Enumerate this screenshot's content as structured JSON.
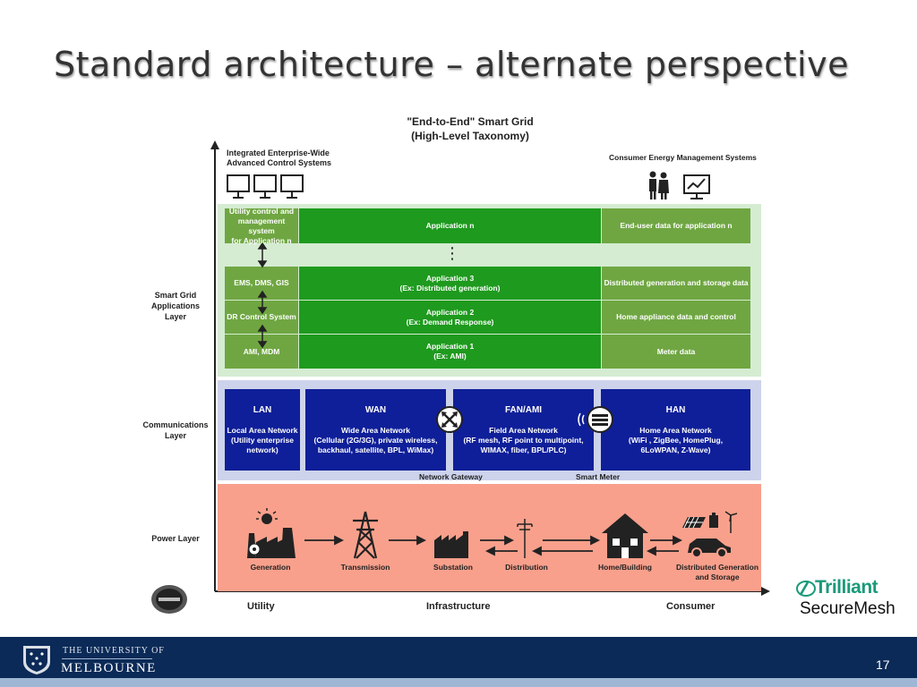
{
  "slide": {
    "title": "Standard architecture – alternate perspective",
    "page_number": "17"
  },
  "diagram": {
    "title_line1": "\"End-to-End\" Smart Grid",
    "title_line2": "(High-Level Taxonomy)",
    "top_left_line1": "Integrated Enterprise-Wide",
    "top_left_line2": "Advanced Control Systems",
    "top_right": "Consumer Energy Management Systems",
    "layers": {
      "applications_line1": "Smart Grid",
      "applications_line2": "Applications",
      "applications_line3": "Layer",
      "communications_line1": "Communications",
      "communications_line2": "Layer",
      "power": "Power Layer"
    },
    "applications": {
      "row_n": {
        "left_line1": "Utility control and",
        "left_line2": "management system",
        "left_line3": "for Application n",
        "center": "Application n",
        "right": "End-user data for application n"
      },
      "dots": "⋮",
      "row_3": {
        "left": "EMS, DMS, GIS",
        "center_line1": "Application 3",
        "center_line2": "(Ex: Distributed generation)",
        "right": "Distributed generation and storage data"
      },
      "row_2": {
        "left": "DR Control System",
        "center_line1": "Application 2",
        "center_line2": "(Ex: Demand Response)",
        "right": "Home appliance data and control"
      },
      "row_1": {
        "left": "AMI, MDM",
        "center_line1": "Application 1",
        "center_line2": "(Ex: AMI)",
        "right": "Meter data"
      }
    },
    "networks": {
      "lan": {
        "title": "LAN",
        "line1": "Local Area Network",
        "line2": "(Utility enterprise",
        "line3": "network)"
      },
      "wan": {
        "title": "WAN",
        "line1": "Wide Area Network",
        "line2": "(Cellular (2G/3G), private wireless,",
        "line3": "backhaul, satellite, BPL, WiMax)"
      },
      "fan": {
        "title": "FAN/AMI",
        "line1": "Field Area Network",
        "line2": "(RF mesh, RF point to multipoint,",
        "line3": "WIMAX, fiber, BPL/PLC)"
      },
      "han": {
        "title": "HAN",
        "line1": "Home Area Network",
        "line2": "(WiFi , ZigBee, HomePlug,",
        "line3": "6LoWPAN, Z-Wave)"
      },
      "gateway_label": "Network Gateway",
      "meter_label": "Smart Meter"
    },
    "power": {
      "generation": "Generation",
      "transmission": "Transmission",
      "substation": "Substation",
      "distribution": "Distribution",
      "home": "Home/Building",
      "dg_line1": "Distributed Generation",
      "dg_line2": "and Storage"
    },
    "axis": {
      "utility": "Utility",
      "infrastructure": "Infrastructure",
      "consumer": "Consumer"
    },
    "colors": {
      "apps_bg": "#d5ecd2",
      "comm_bg": "#cdd3eb",
      "power_bg": "#f8a08c",
      "light_green": "#6fa642",
      "dark_green": "#1e9a1e",
      "network_blue": "#0f1f99"
    }
  },
  "branding": {
    "trilliant": "Trilliant",
    "securemesh": "SecureMesh",
    "university_line1": "THE UNIVERSITY OF",
    "university_line2": "MELBOURNE"
  }
}
